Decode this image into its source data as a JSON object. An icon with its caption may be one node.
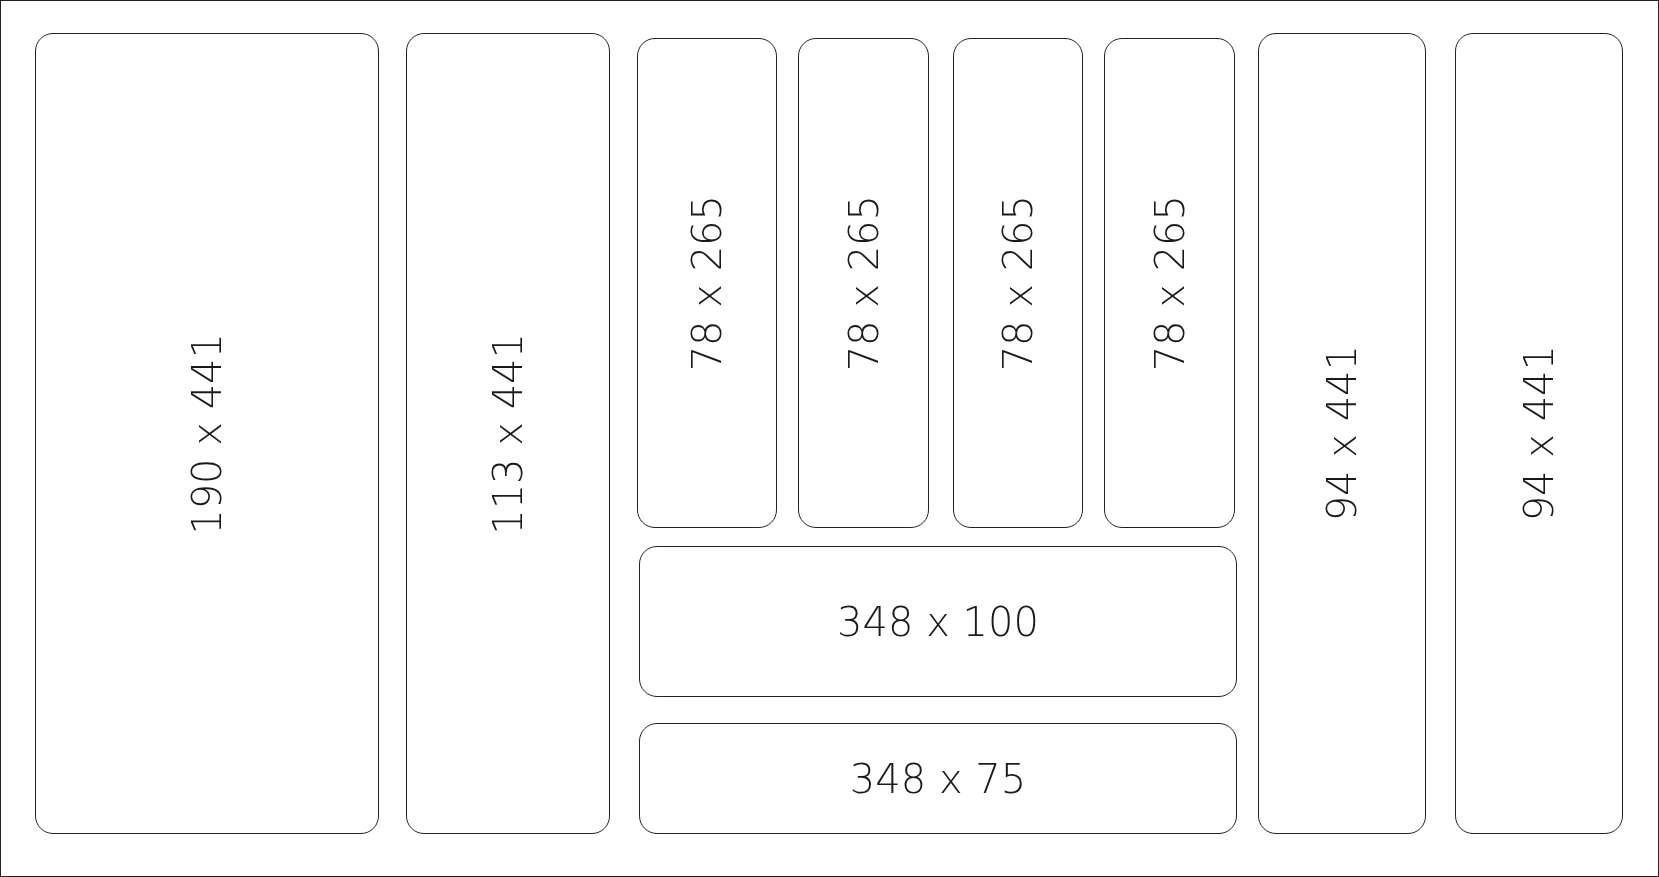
{
  "diagram": {
    "nodes": [
      {
        "text": [],
        "shape": "box"
      },
      {
        "text": [
          "190 x 441"
        ],
        "in": 0
      },
      {
        "text": [
          "113 x 441"
        ],
        "in": 0
      },
      {
        "text": [
          "78 x 265"
        ],
        "in": 0
      },
      {
        "text": [
          "78 x 265"
        ],
        "in": 0
      },
      {
        "text": [
          "78 x 265"
        ],
        "in": 0
      },
      {
        "text": [
          "78 x 265"
        ],
        "in": 0
      },
      {
        "text": [
          "348 x 100"
        ],
        "in": 0
      },
      {
        "text": [
          "348 x 75"
        ],
        "in": 0
      },
      {
        "text": [
          "94 x 441"
        ],
        "in": 0
      },
      {
        "text": [
          "94 x 441"
        ],
        "in": 0
      }
    ]
  }
}
